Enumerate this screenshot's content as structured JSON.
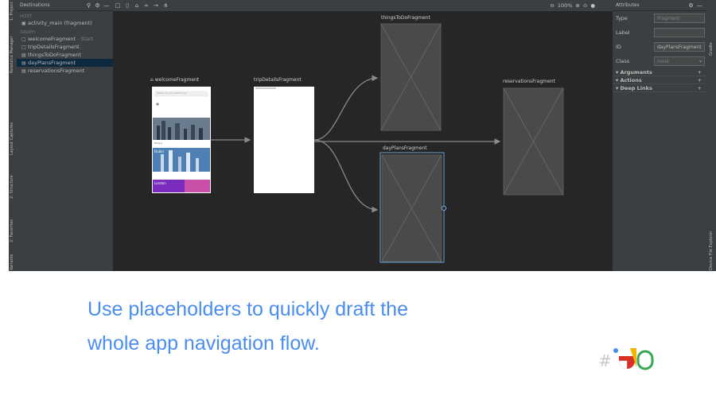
{
  "left_strip": {
    "tabs": [
      "1: Project",
      "Resource Manager",
      "Layout Captures",
      "2: Structure",
      "2: Favorites",
      "Variants"
    ]
  },
  "right_strip": {
    "tabs": [
      "Gradle",
      "Device File Explorer"
    ]
  },
  "destinations": {
    "title": "Destinations",
    "host_section": "HOST",
    "host_item": "activity_main (fragment)",
    "graph_section": "GRAPH",
    "items": [
      {
        "label": "welcomeFragment",
        "suffix": "- Start"
      },
      {
        "label": "tripDetailsFragment",
        "suffix": ""
      },
      {
        "label": "thingsToDoFragment",
        "suffix": ""
      },
      {
        "label": "dayPlansFragment",
        "suffix": "",
        "selected": true
      },
      {
        "label": "reservationsFragment",
        "suffix": ""
      }
    ]
  },
  "toolbar": {
    "zoom": "100%"
  },
  "graph": {
    "nodes": {
      "welcome": "welcomeFragment",
      "tripDetails": "tripDetailsFragment",
      "thingsToDo": "thingsToDoFragment",
      "dayPlans": "dayPlansFragment",
      "reservations": "reservationsFragment"
    },
    "welcome_preview": {
      "search_placeholder": "Where do you want to go",
      "cards": [
        "Beijing",
        "Dubai",
        "London"
      ]
    }
  },
  "attributes": {
    "title": "Attributes",
    "type_label": "Type",
    "type_value": "Fragment",
    "label_label": "Label",
    "label_value": "",
    "id_label": "ID",
    "id_value": "dayPlansFragment",
    "class_label": "Class",
    "class_value": "none",
    "sections": [
      "Arguments",
      "Actions",
      "Deep Links"
    ]
  },
  "caption": {
    "line1": "Use placeholders to quickly draft the",
    "line2": "whole app navigation flow."
  },
  "colors": {
    "accent": "#4a8df0",
    "selection": "#0d293e",
    "link_blue": "#6a9fd8"
  }
}
